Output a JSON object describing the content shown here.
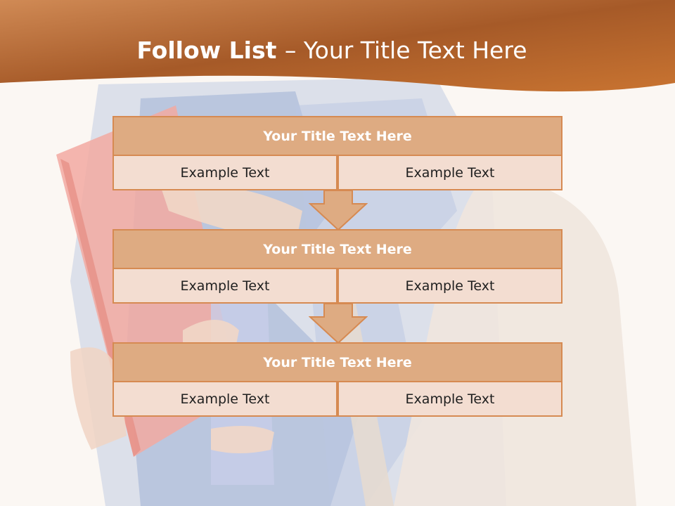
{
  "title": {
    "bold": "Follow List ",
    "rest": " – Your Title Text Here"
  },
  "steps": [
    {
      "title": "Your Title Text Here",
      "left": "Example Text",
      "right": "Example Text"
    },
    {
      "title": "Your Title Text Here",
      "left": "Example Text",
      "right": "Example Text"
    },
    {
      "title": "Your Title Text Here",
      "left": "Example Text",
      "right": "Example Text"
    }
  ],
  "colors": {
    "header": "#c57236",
    "box_fill": "#deab82",
    "box_border": "#d68a52",
    "cell_fill": "#f3ddd1"
  }
}
